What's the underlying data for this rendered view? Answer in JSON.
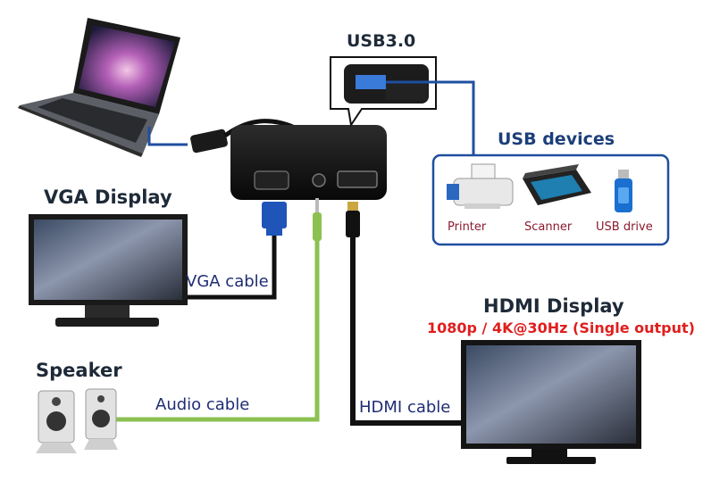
{
  "port_callout": {
    "label": "USB3.0"
  },
  "usb_devices": {
    "title": "USB devices",
    "items": [
      {
        "label": "Printer",
        "icon": "printer-icon"
      },
      {
        "label": "Scanner",
        "icon": "scanner-icon"
      },
      {
        "label": "USB drive",
        "icon": "usb-drive-icon"
      }
    ]
  },
  "vga": {
    "title": "VGA Display",
    "cable_label": "VGA cable"
  },
  "hdmi": {
    "title": "HDMI Display",
    "spec": "1080p / 4K@30Hz (Single output)",
    "cable_label": "HDMI cable"
  },
  "audio": {
    "title": "Speaker",
    "cable_label": "Audio cable"
  },
  "colors": {
    "usb_link": "#1f4fa0",
    "audio_cable": "#8cc152",
    "hdmi_cable": "#111111",
    "vga_cable": "#111111",
    "spec_red": "#e01e1e",
    "device_label": "#8b1a2e",
    "title_dark": "#1e2a38"
  }
}
